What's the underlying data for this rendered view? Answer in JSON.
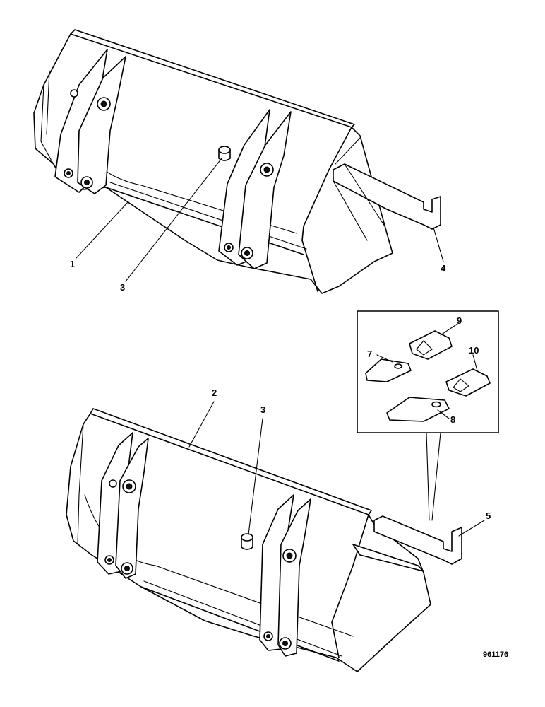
{
  "callouts": {
    "c1": "1",
    "c2": "2",
    "c3a": "3",
    "c3b": "3",
    "c4": "4",
    "c5": "5",
    "c7": "7",
    "c8": "8",
    "c9": "9",
    "c10": "10"
  },
  "drawing_number": "961176"
}
